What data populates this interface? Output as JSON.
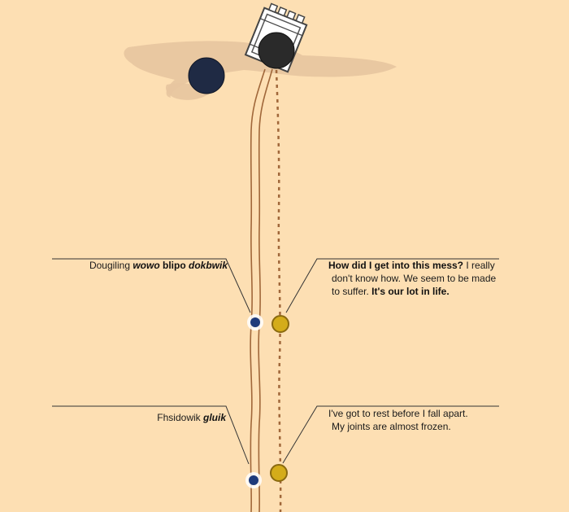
{
  "colors": {
    "background": "#fddfb3",
    "shadow": "#e8c6a0",
    "trail": "#a0673a",
    "blue_dot": "#1e3a7a",
    "yellow_dot": "#d4ac1a",
    "dark_planet": "#1f2a44",
    "station": "#2a2a2a"
  },
  "icons": [
    "space-station-icon",
    "dark-planet-icon"
  ],
  "callouts": {
    "left_1": {
      "plain": "Dougiling ",
      "italic_bold_1": "wowo",
      "bold": " blipo ",
      "italic_bold_2": "dokbwik"
    },
    "left_2": {
      "plain": "Fhsidowik ",
      "italic_bold": "gluik"
    },
    "right_1": {
      "bold_1": "How did I get into this mess?",
      "plain_1": " I really",
      "line_2": "don't know how. We seem to be made",
      "line_3_plain": "to suffer. ",
      "bold_2": "It's our lot in life."
    },
    "right_2": {
      "line_1": "I've got to rest before I fall apart.",
      "line_2": "My joints are almost frozen."
    }
  }
}
